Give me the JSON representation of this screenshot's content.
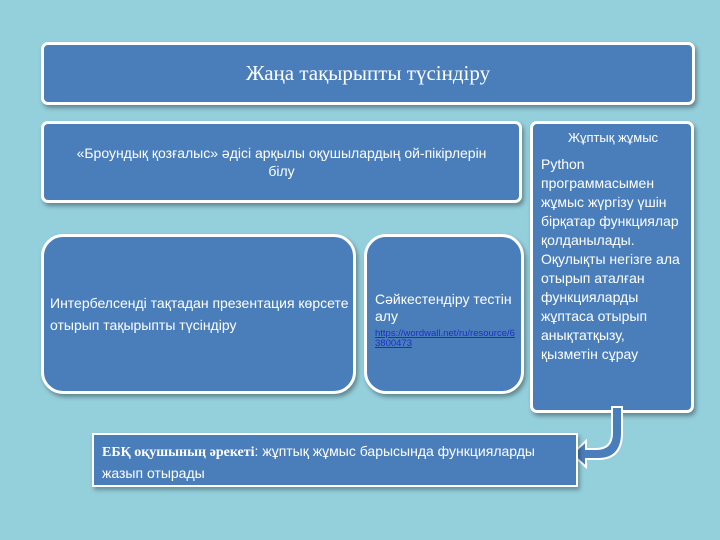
{
  "title": "Жаңа тақырыпты түсіндіру",
  "method": "«Броундық қозғалыс» әдісі арқылы оқушылардың ой-пікірлерін білу",
  "whiteboard": "Интербелсенді тақтадан презентация көрсете отырып тақырыпты түсіндіру",
  "test": {
    "label": "Сәйкестендіру тестін алу",
    "link": "https://wordwall.net/ru/resource/63800473"
  },
  "pair_work": {
    "title": "Жұптық жұмыс",
    "body": "Python программасымен жұмыс жүргізу үшін бірқатар функциялар қолданылады. Оқулықты негізге ала отырып аталған функцияларды жұптаса отырып анықтатқызу, қызметін сұрау"
  },
  "learner_action": {
    "label": "ЕБҚ оқушының әрекеті",
    "text": ": жұптық жұмыс барысында функцияларды жазып отырады"
  }
}
